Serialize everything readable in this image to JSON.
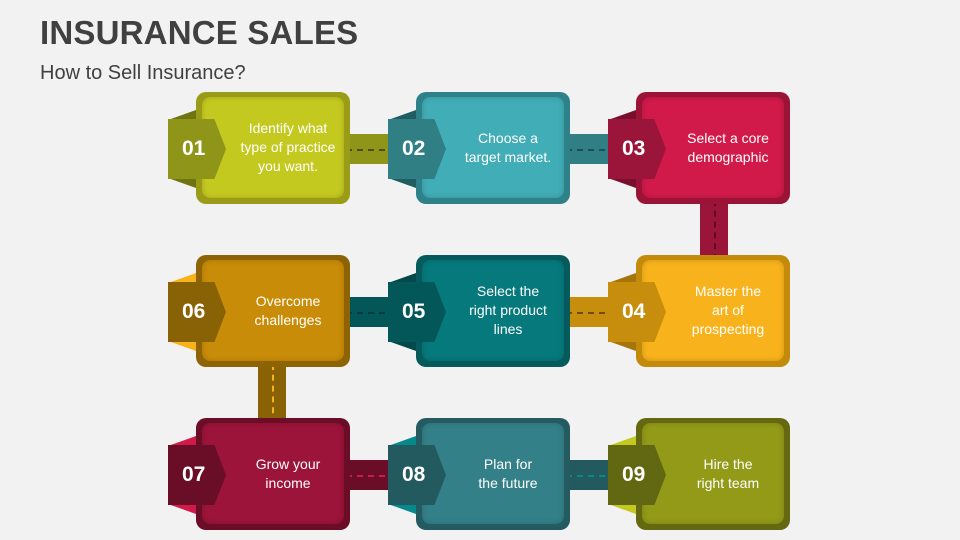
{
  "header": {
    "title": "INSURANCE SALES",
    "subtitle": "How to Sell Insurance?"
  },
  "steps": [
    {
      "num": "01",
      "text": "Identify what\ntype of practice\nyou want.",
      "color": "#c4c920",
      "border": "#9a9b17",
      "tab": "#8f9519",
      "fold": "#6f7412"
    },
    {
      "num": "02",
      "text": "Choose a\ntarget market.",
      "color": "#41adb6",
      "border": "#2e8189",
      "tab": "#2f7f85",
      "fold": "#1f5d63"
    },
    {
      "num": "03",
      "text": "Select a core\ndemographic",
      "color": "#d11a4a",
      "border": "#9c1338",
      "tab": "#9b153b",
      "fold": "#7a0f2d"
    },
    {
      "num": "04",
      "text": "Master the\nart of\nprospecting",
      "color": "#f8b31c",
      "border": "#c48b0b",
      "tab": "#c78d0c",
      "fold": "#a67509"
    },
    {
      "num": "05",
      "text": "Select the\nright product\nlines",
      "color": "#06797c",
      "border": "#055a5c",
      "tab": "#045759",
      "fold": "#03494b"
    },
    {
      "num": "06",
      "text": "Overcome\nchallenges",
      "color": "#c98c08",
      "border": "#8d6306",
      "tab": "#8a6206",
      "fold": "#f8b31c"
    },
    {
      "num": "07",
      "text": "Grow your\nincome",
      "color": "#9c1439",
      "border": "#6b0d27",
      "tab": "#6a0d27",
      "fold": "#d11a4a"
    },
    {
      "num": "08",
      "text": "Plan for\nthe future",
      "color": "#348088",
      "border": "#245b61",
      "tab": "#225a5f",
      "fold": "#06898c"
    },
    {
      "num": "09",
      "text": "Hire the\nright team",
      "color": "#939a18",
      "border": "#646911",
      "tab": "#626811",
      "fold": "#c4c920"
    }
  ]
}
